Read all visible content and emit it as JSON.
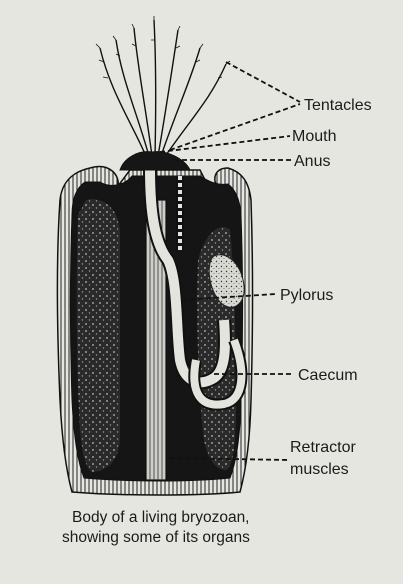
{
  "labels": {
    "tentacles": "Tentacles",
    "mouth": "Mouth",
    "anus": "Anus",
    "pylorus": "Pylorus",
    "caecum": "Caecum",
    "retractor_line1": "Retractor",
    "retractor_line2": "muscles"
  },
  "caption": {
    "line1": "Body of a living bryozoan,",
    "line2": "showing some of its organs"
  }
}
